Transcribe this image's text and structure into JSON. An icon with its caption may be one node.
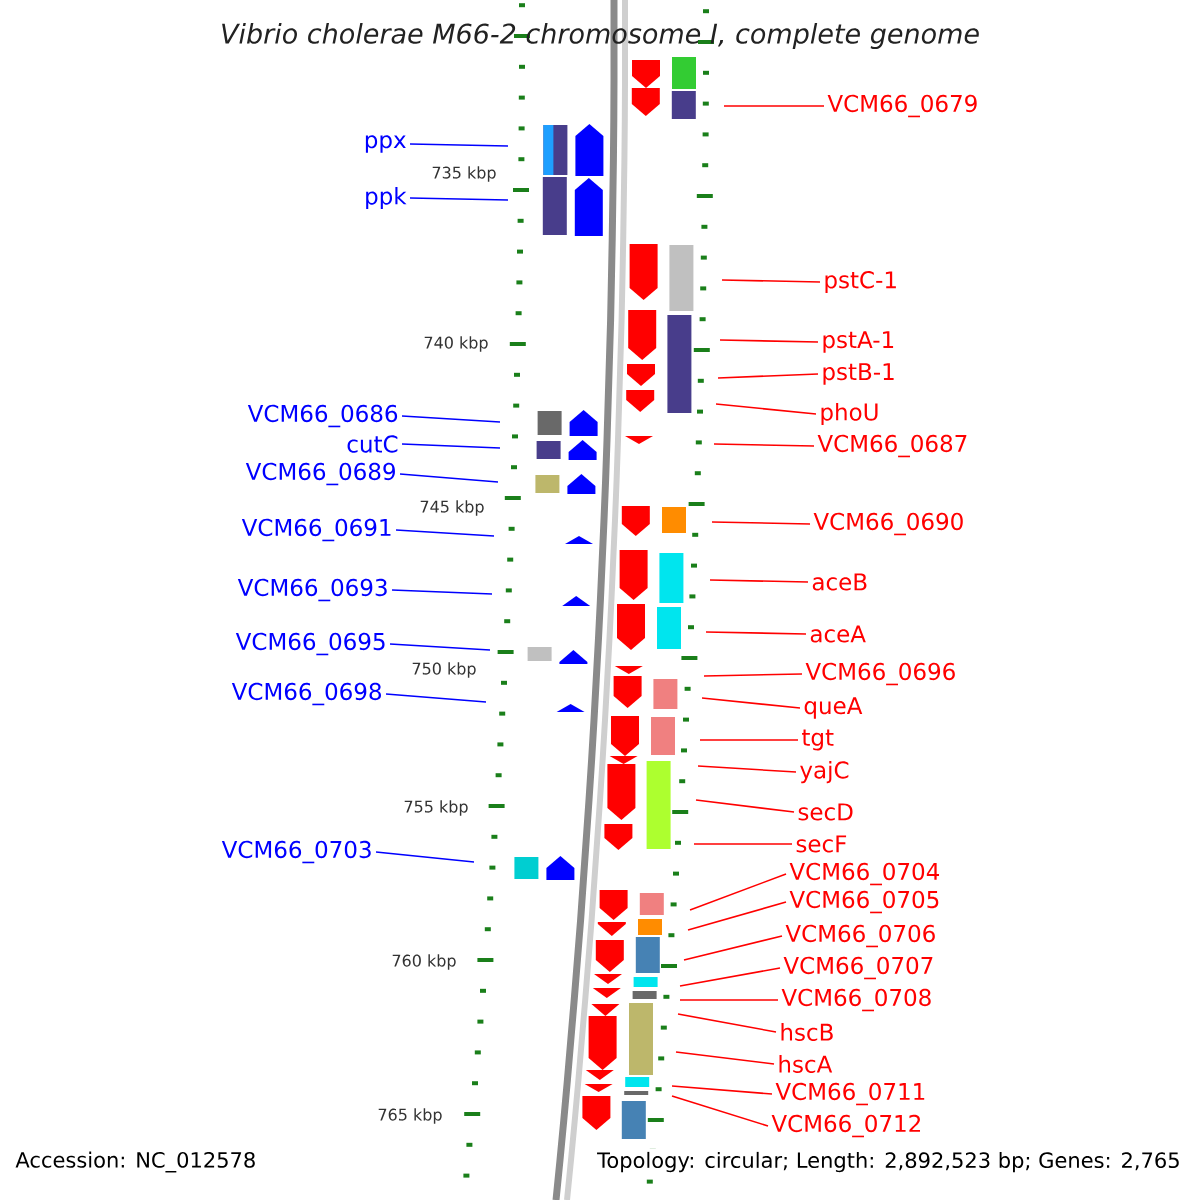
{
  "diagram": {
    "title": "Vibrio cholerae M66-2 chromosome I, complete genome",
    "nodes": [
      {
        "text": [
          "VCM66_0679"
        ]
      },
      {
        "text": [
          "ppx"
        ]
      },
      {
        "text": [
          "ppk"
        ]
      },
      {
        "text": [
          "pstC-1"
        ]
      },
      {
        "text": [
          "pstA-1"
        ]
      },
      {
        "text": [
          "pstB-1"
        ]
      },
      {
        "text": [
          "phoU"
        ]
      },
      {
        "text": [
          "VCM66_0686"
        ]
      },
      {
        "text": [
          "cutC"
        ]
      },
      {
        "text": [
          "VCM66_0687"
        ]
      },
      {
        "text": [
          "VCM66_0689"
        ]
      },
      {
        "text": [
          "VCM66_0690"
        ]
      },
      {
        "text": [
          "VCM66_0691"
        ]
      },
      {
        "text": [
          "aceB"
        ]
      },
      {
        "text": [
          "VCM66_0693"
        ]
      },
      {
        "text": [
          "aceA"
        ]
      },
      {
        "text": [
          "VCM66_0695"
        ]
      },
      {
        "text": [
          "VCM66_0696"
        ]
      },
      {
        "text": [
          "VCM66_0698"
        ]
      },
      {
        "text": [
          "queA"
        ]
      },
      {
        "text": [
          "tgt"
        ]
      },
      {
        "text": [
          "yajC"
        ]
      },
      {
        "text": [
          "secD"
        ]
      },
      {
        "text": [
          "secF"
        ]
      },
      {
        "text": [
          "VCM66_0703"
        ]
      },
      {
        "text": [
          "VCM66_0704"
        ]
      },
      {
        "text": [
          "VCM66_0705"
        ]
      },
      {
        "text": [
          "VCM66_0706"
        ]
      },
      {
        "text": [
          "VCM66_0707"
        ]
      },
      {
        "text": [
          "VCM66_0708"
        ]
      },
      {
        "text": [
          "hscB"
        ]
      },
      {
        "text": [
          "hscA"
        ]
      },
      {
        "text": [
          "VCM66_0711"
        ]
      },
      {
        "text": [
          "VCM66_0712"
        ]
      }
    ],
    "edges": [
      {
        "from": 0,
        "to": null,
        "arrow": "none"
      },
      {
        "from": 1,
        "to": null,
        "arrow": "none",
        "color": "#0000ff"
      },
      {
        "from": 2,
        "to": null,
        "arrow": "none",
        "color": "#0000ff"
      },
      {
        "from": 3,
        "to": null,
        "arrow": "none"
      },
      {
        "from": 4,
        "to": null,
        "arrow": "none"
      },
      {
        "from": 5,
        "to": null,
        "arrow": "none"
      },
      {
        "from": 6,
        "to": null,
        "arrow": "none"
      },
      {
        "from": 7,
        "to": null,
        "arrow": "none",
        "color": "#0000ff"
      },
      {
        "from": 8,
        "to": null,
        "arrow": "none",
        "color": "#0000ff"
      },
      {
        "from": 9,
        "to": null,
        "arrow": "none"
      },
      {
        "from": 10,
        "to": null,
        "arrow": "none",
        "color": "#0000ff"
      },
      {
        "from": 11,
        "to": null,
        "arrow": "none"
      },
      {
        "from": 12,
        "to": null,
        "arrow": "none",
        "color": "#0000ff"
      },
      {
        "from": 13,
        "to": null,
        "arrow": "none"
      },
      {
        "from": 14,
        "to": null,
        "arrow": "none",
        "color": "#0000ff"
      },
      {
        "from": 15,
        "to": null,
        "arrow": "none"
      },
      {
        "from": 16,
        "to": null,
        "arrow": "none",
        "color": "#0000ff"
      },
      {
        "from": 17,
        "to": null,
        "arrow": "none"
      },
      {
        "from": 18,
        "to": null,
        "arrow": "none",
        "color": "#0000ff"
      },
      {
        "from": 19,
        "to": null,
        "arrow": "none"
      },
      {
        "from": 20,
        "to": null,
        "arrow": "none"
      },
      {
        "from": 21,
        "to": null,
        "arrow": "none"
      },
      {
        "from": 22,
        "to": null,
        "arrow": "none"
      },
      {
        "from": 23,
        "to": null,
        "arrow": "none"
      },
      {
        "from": 24,
        "to": null,
        "arrow": "none",
        "color": "#0000ff"
      },
      {
        "from": 25,
        "to": null,
        "arrow": "none"
      },
      {
        "from": 26,
        "to": null,
        "arrow": "none"
      },
      {
        "from": 27,
        "to": null,
        "arrow": "none"
      },
      {
        "from": 28,
        "to": null,
        "arrow": "none"
      },
      {
        "from": 29,
        "to": null,
        "arrow": "none"
      },
      {
        "from": 30,
        "to": null,
        "arrow": "none"
      },
      {
        "from": 31,
        "to": null,
        "arrow": "none"
      },
      {
        "from": 32,
        "to": null,
        "arrow": "none"
      },
      {
        "from": 33,
        "to": null,
        "arrow": "none"
      }
    ],
    "labels": [
      "735 kbp",
      "740 kbp",
      "745 kbp",
      "750 kbp",
      "755 kbp",
      "760 kbp",
      "765 kbp",
      "Accession: NC_012578",
      "Topology: circular; Length: 2,892,523 bp; Genes: 2,765"
    ]
  }
}
